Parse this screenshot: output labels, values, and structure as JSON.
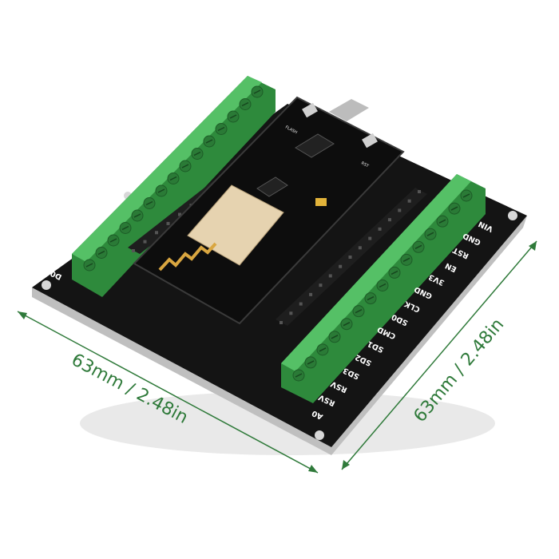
{
  "product": {
    "dimension_width_label": "63mm / 2.48in",
    "dimension_depth_label": "63mm / 2.48in",
    "right_pin_labels": [
      "VIN",
      "GND",
      "RST",
      "EN",
      "3V3",
      "GND",
      "CLK",
      "SD0",
      "CMD",
      "SD1",
      "SD2",
      "SD3",
      "RSV",
      "RSV",
      "A0"
    ],
    "left_pin_label_visible": "D0",
    "module_labels": {
      "flash": "FLASH",
      "rst": "RST"
    }
  },
  "colors": {
    "terminal_green": "#3aa14a",
    "board_black": "#141414",
    "dimension_line": "#2f7a3a",
    "module_shield": "#e6d3b0",
    "antenna_gold": "#d9a640"
  }
}
